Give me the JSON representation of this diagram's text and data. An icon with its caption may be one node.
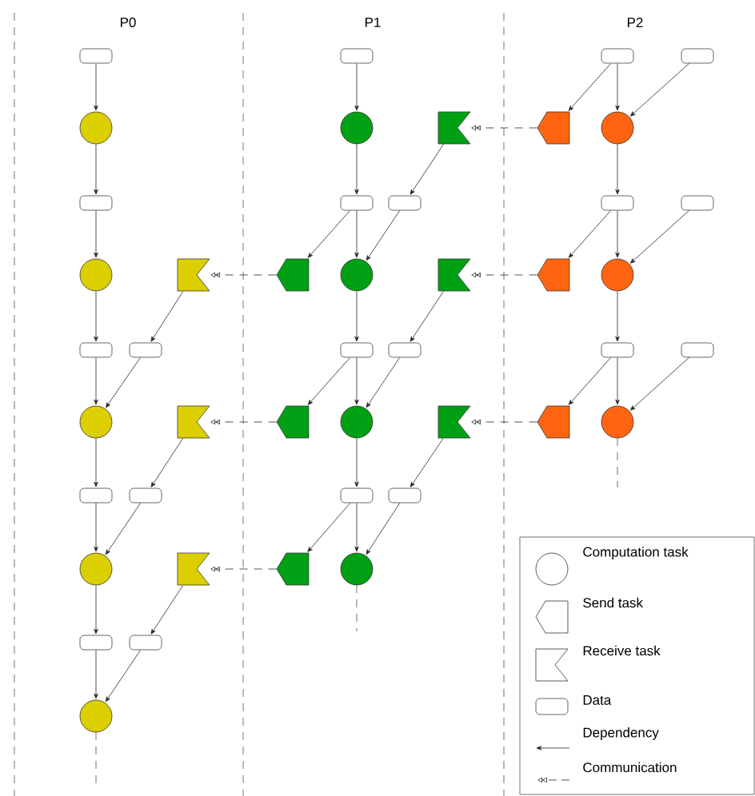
{
  "diagram": {
    "nodes": [
      {
        "text": [],
        "shape": "box"
      },
      {
        "text": [],
        "shape": "box"
      },
      {
        "text": [],
        "shape": "box"
      },
      {
        "text": [],
        "shape": "box"
      },
      {
        "text": [],
        "shape": "circle"
      },
      {
        "text": [],
        "shape": "circle"
      },
      {
        "text": [],
        "shape": "flag"
      },
      {
        "text": [],
        "shape": "pentagon"
      },
      {
        "text": [],
        "shape": "circle"
      },
      {
        "text": [],
        "shape": "box"
      },
      {
        "text": [],
        "shape": "box"
      },
      {
        "text": [],
        "shape": "box"
      },
      {
        "text": [],
        "shape": "box"
      },
      {
        "text": [],
        "shape": "box"
      },
      {
        "text": [],
        "shape": "circle"
      },
      {
        "text": [],
        "shape": "flag"
      },
      {
        "text": [],
        "shape": "pentagon"
      },
      {
        "text": [],
        "shape": "circle"
      },
      {
        "text": [],
        "shape": "flag"
      },
      {
        "text": [],
        "shape": "pentagon"
      },
      {
        "text": [],
        "shape": "circle"
      },
      {
        "text": [],
        "shape": "box"
      },
      {
        "text": [],
        "shape": "box"
      },
      {
        "text": [],
        "shape": "box"
      },
      {
        "text": [],
        "shape": "box"
      },
      {
        "text": [],
        "shape": "box"
      },
      {
        "text": [],
        "shape": "box"
      },
      {
        "text": [],
        "shape": "circle"
      },
      {
        "text": [],
        "shape": "flag"
      },
      {
        "text": [],
        "shape": "pentagon"
      },
      {
        "text": [],
        "shape": "circle"
      },
      {
        "text": [],
        "shape": "flag"
      },
      {
        "text": [],
        "shape": "pentagon"
      },
      {
        "text": [],
        "shape": "circle"
      },
      {
        "text": [],
        "shape": "box"
      },
      {
        "text": [],
        "shape": "box"
      },
      {
        "text": [],
        "shape": "box"
      },
      {
        "text": [],
        "shape": "box"
      },
      {
        "text": [],
        "shape": "circle"
      },
      {
        "text": [],
        "shape": "flag"
      },
      {
        "text": [],
        "shape": "pentagon"
      },
      {
        "text": [],
        "shape": "circle"
      },
      {
        "text": [],
        "shape": "box"
      },
      {
        "text": [],
        "shape": "box"
      },
      {
        "text": [],
        "shape": "circle"
      }
    ],
    "edges": [
      {
        "from": 0,
        "to": 4,
        "arrow": "to"
      },
      {
        "from": 4,
        "to": 9,
        "arrow": "to"
      },
      {
        "from": 9,
        "to": 14,
        "arrow": "to"
      },
      {
        "from": 14,
        "to": 21,
        "arrow": "to"
      },
      {
        "from": 21,
        "to": 27,
        "arrow": "to"
      },
      {
        "from": 22,
        "to": 27,
        "arrow": "to"
      },
      {
        "from": 15,
        "to": 22,
        "arrow": "to"
      },
      {
        "from": 27,
        "to": 34,
        "arrow": "to"
      },
      {
        "from": 34,
        "to": 38,
        "arrow": "to"
      },
      {
        "from": 35,
        "to": 38,
        "arrow": "to"
      },
      {
        "from": 28,
        "to": 35,
        "arrow": "to"
      },
      {
        "from": 38,
        "to": 42,
        "arrow": "to"
      },
      {
        "from": 42,
        "to": 44,
        "arrow": "to"
      },
      {
        "from": 43,
        "to": 44,
        "arrow": "to"
      },
      {
        "from": 39,
        "to": 43,
        "arrow": "to"
      },
      {
        "from": 16,
        "to": 15,
        "arrow": "to",
        "style": "dashed"
      },
      {
        "from": 29,
        "to": 28,
        "arrow": "to",
        "style": "dashed"
      },
      {
        "from": 40,
        "to": 39,
        "arrow": "to",
        "style": "dashed"
      },
      {
        "from": 1,
        "to": 5,
        "arrow": "to"
      },
      {
        "from": 5,
        "to": 10,
        "arrow": "to"
      },
      {
        "from": 10,
        "to": 17,
        "arrow": "to"
      },
      {
        "from": 10,
        "to": 16,
        "arrow": "to"
      },
      {
        "from": 11,
        "to": 17,
        "arrow": "to"
      },
      {
        "from": 6,
        "to": 11,
        "arrow": "to"
      },
      {
        "from": 17,
        "to": 23,
        "arrow": "to"
      },
      {
        "from": 23,
        "to": 30,
        "arrow": "to"
      },
      {
        "from": 23,
        "to": 29,
        "arrow": "to"
      },
      {
        "from": 24,
        "to": 30,
        "arrow": "to"
      },
      {
        "from": 18,
        "to": 24,
        "arrow": "to"
      },
      {
        "from": 30,
        "to": 36,
        "arrow": "to"
      },
      {
        "from": 36,
        "to": 41,
        "arrow": "to"
      },
      {
        "from": 36,
        "to": 40,
        "arrow": "to"
      },
      {
        "from": 37,
        "to": 41,
        "arrow": "to"
      },
      {
        "from": 31,
        "to": 37,
        "arrow": "to"
      },
      {
        "from": 7,
        "to": 6,
        "arrow": "to",
        "style": "dashed"
      },
      {
        "from": 19,
        "to": 18,
        "arrow": "to",
        "style": "dashed"
      },
      {
        "from": 32,
        "to": 31,
        "arrow": "to",
        "style": "dashed"
      },
      {
        "from": 2,
        "to": 8,
        "arrow": "to"
      },
      {
        "from": 2,
        "to": 7,
        "arrow": "to"
      },
      {
        "from": 3,
        "to": 8,
        "arrow": "to"
      },
      {
        "from": 8,
        "to": 12,
        "arrow": "to"
      },
      {
        "from": 12,
        "to": 20,
        "arrow": "to"
      },
      {
        "from": 12,
        "to": 19,
        "arrow": "to"
      },
      {
        "from": 13,
        "to": 20,
        "arrow": "to"
      },
      {
        "from": 20,
        "to": 25,
        "arrow": "to"
      },
      {
        "from": 25,
        "to": 33,
        "arrow": "to"
      },
      {
        "from": 25,
        "to": 32,
        "arrow": "to"
      },
      {
        "from": 26,
        "to": 33,
        "arrow": "to"
      }
    ],
    "labels": [
      "P0",
      "P1",
      "P2"
    ],
    "legend": [
      {
        "text": "Computation task"
      },
      {
        "text": "Send task"
      },
      {
        "text": "Receive task"
      },
      {
        "text": "Data"
      },
      {
        "text": "Dependency"
      },
      {
        "text": "Communication"
      }
    ]
  }
}
